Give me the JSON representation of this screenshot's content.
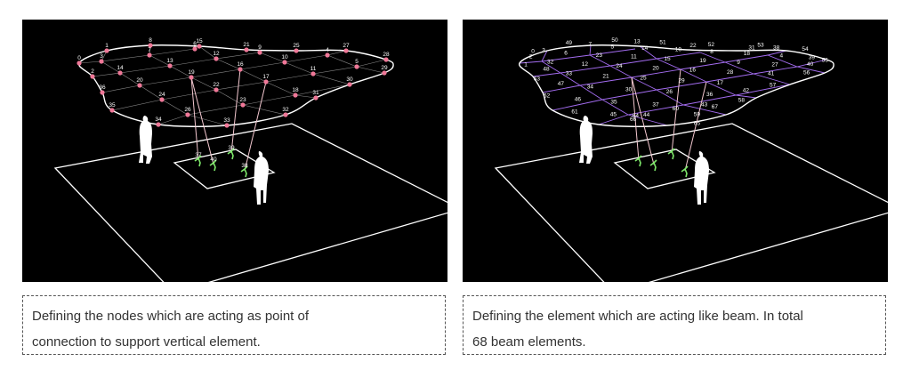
{
  "colors": {
    "background": "#000000",
    "outline": "#ffffff",
    "grid_left": "#8a8a8a",
    "grid_right": "#a36cf0",
    "node": "#f07898",
    "column": "#f4c8d0",
    "support": "#7ee86a",
    "caption_text": "#333333"
  },
  "left_panel": {
    "node_labels": [
      "0",
      "1",
      "2",
      "3",
      "4",
      "5",
      "6",
      "7",
      "8",
      "9",
      "10",
      "11",
      "12",
      "13",
      "14",
      "15",
      "16",
      "17",
      "18",
      "19",
      "20",
      "21",
      "22",
      "23",
      "24",
      "25",
      "26",
      "27",
      "28",
      "29",
      "30",
      "31",
      "32",
      "33",
      "34",
      "35",
      "36",
      "37",
      "38",
      "39",
      "40"
    ],
    "caption_lines": [
      "Defining the nodes which are acting as point of",
      "connection to support vertical element."
    ]
  },
  "right_panel": {
    "beam_labels": [
      "49",
      "7",
      "50",
      "5",
      "13",
      "14",
      "51",
      "10",
      "22",
      "52",
      "8",
      "31",
      "53",
      "38",
      "18",
      "54",
      "4",
      "39",
      "55",
      "40",
      "0",
      "3",
      "2",
      "1",
      "6",
      "23",
      "11",
      "32",
      "12",
      "24",
      "15",
      "19",
      "9",
      "27",
      "56",
      "48",
      "33",
      "20",
      "16",
      "28",
      "41",
      "21",
      "25",
      "29",
      "17",
      "63",
      "47",
      "34",
      "30",
      "57",
      "42",
      "62",
      "46",
      "26",
      "36",
      "58",
      "35",
      "37",
      "43",
      "60",
      "61",
      "45",
      "64",
      "44",
      "59",
      "65",
      "66",
      "67"
    ],
    "caption_lines": [
      "Defining the element which are acting like beam. In total",
      "68 beam elements."
    ]
  }
}
